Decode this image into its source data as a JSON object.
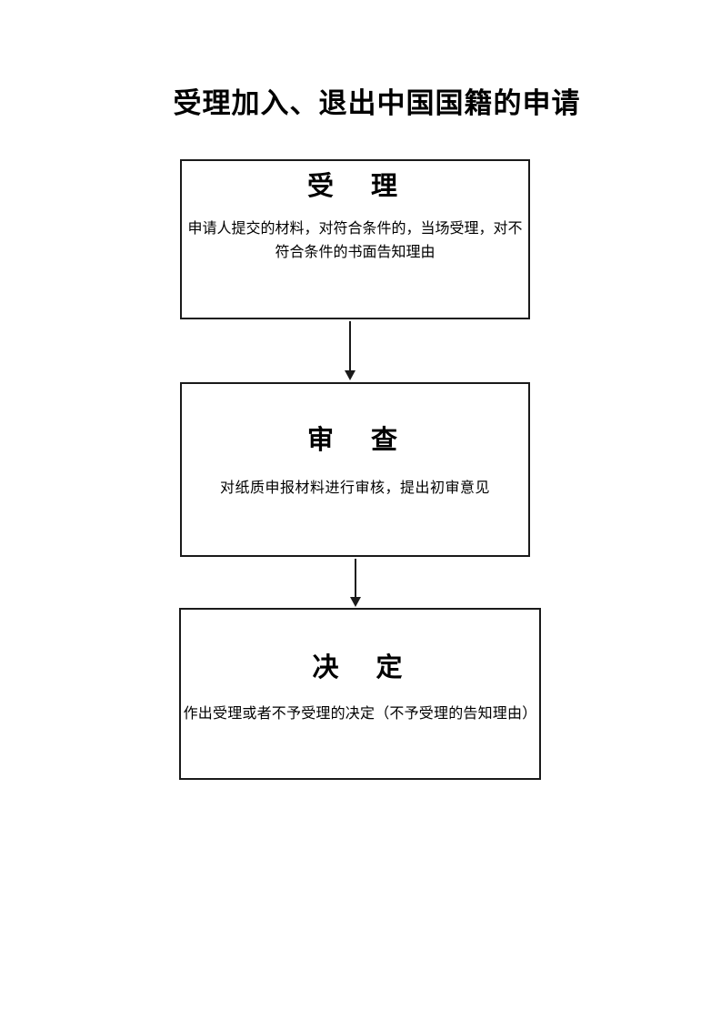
{
  "page": {
    "title": "受理加入、退出中国国籍的申请",
    "background_color": "#ffffff",
    "text_color": "#000000",
    "box_border_color": "#1a1a1a"
  },
  "flowchart": {
    "steps": [
      {
        "heading": "受　理",
        "description": "申请人提交的材料，对符合条件的，当场受理，对不符合条件的书面告知理由"
      },
      {
        "heading": "审　查",
        "description": "对纸质申报材料进行审核，提出初审意见"
      },
      {
        "heading": "决　定",
        "description": "作出受理或者不予受理的决定（不予受理的告知理由）"
      }
    ],
    "connectors": [
      "down-arrow",
      "down-arrow"
    ]
  }
}
